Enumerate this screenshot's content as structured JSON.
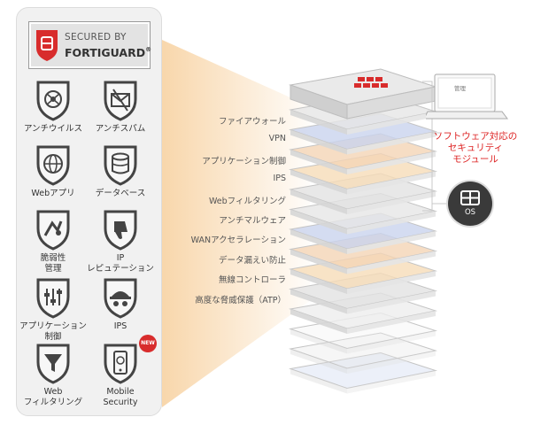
{
  "badge": {
    "line1": "SECURED BY",
    "line2": "FORTIGUARD",
    "mark": "®"
  },
  "services": [
    {
      "label": "アンチウイルス",
      "icon": "biohazard-icon"
    },
    {
      "label": "アンチスパム",
      "icon": "spam-envelope-icon"
    },
    {
      "label": "Webアプリ",
      "icon": "web-app-icon"
    },
    {
      "label": "データベース",
      "icon": "database-icon"
    },
    {
      "label": "脆弱性\n管理",
      "icon": "vulnerability-icon"
    },
    {
      "label": "IP\nレピュテーション",
      "icon": "thumbs-down-icon"
    },
    {
      "label": "アプリケーション\n制御",
      "icon": "app-control-icon"
    },
    {
      "label": "IPS",
      "icon": "spy-icon"
    },
    {
      "label": "Web\nフィルタリング",
      "icon": "funnel-icon"
    },
    {
      "label": "Mobile\nSecurity",
      "icon": "mobile-icon"
    }
  ],
  "new_badge": "NEW",
  "layers": [
    "ファイアウォール",
    "VPN",
    "アプリケーション制御",
    "IPS",
    "Webフィルタリング",
    "アンチマルウェア",
    "WANアクセラレーション",
    "データ漏えい防止",
    "無線コントローラ",
    "高度な脅威保護（ATP）"
  ],
  "laptop_label": "管理",
  "side_text": "ソフトウェア対応の\nセキュリティ\nモジュール",
  "os_label": "OS",
  "colors": {
    "brand_red": "#d82c2c",
    "beam": "#f6c98f",
    "text_red": "#d22222"
  }
}
